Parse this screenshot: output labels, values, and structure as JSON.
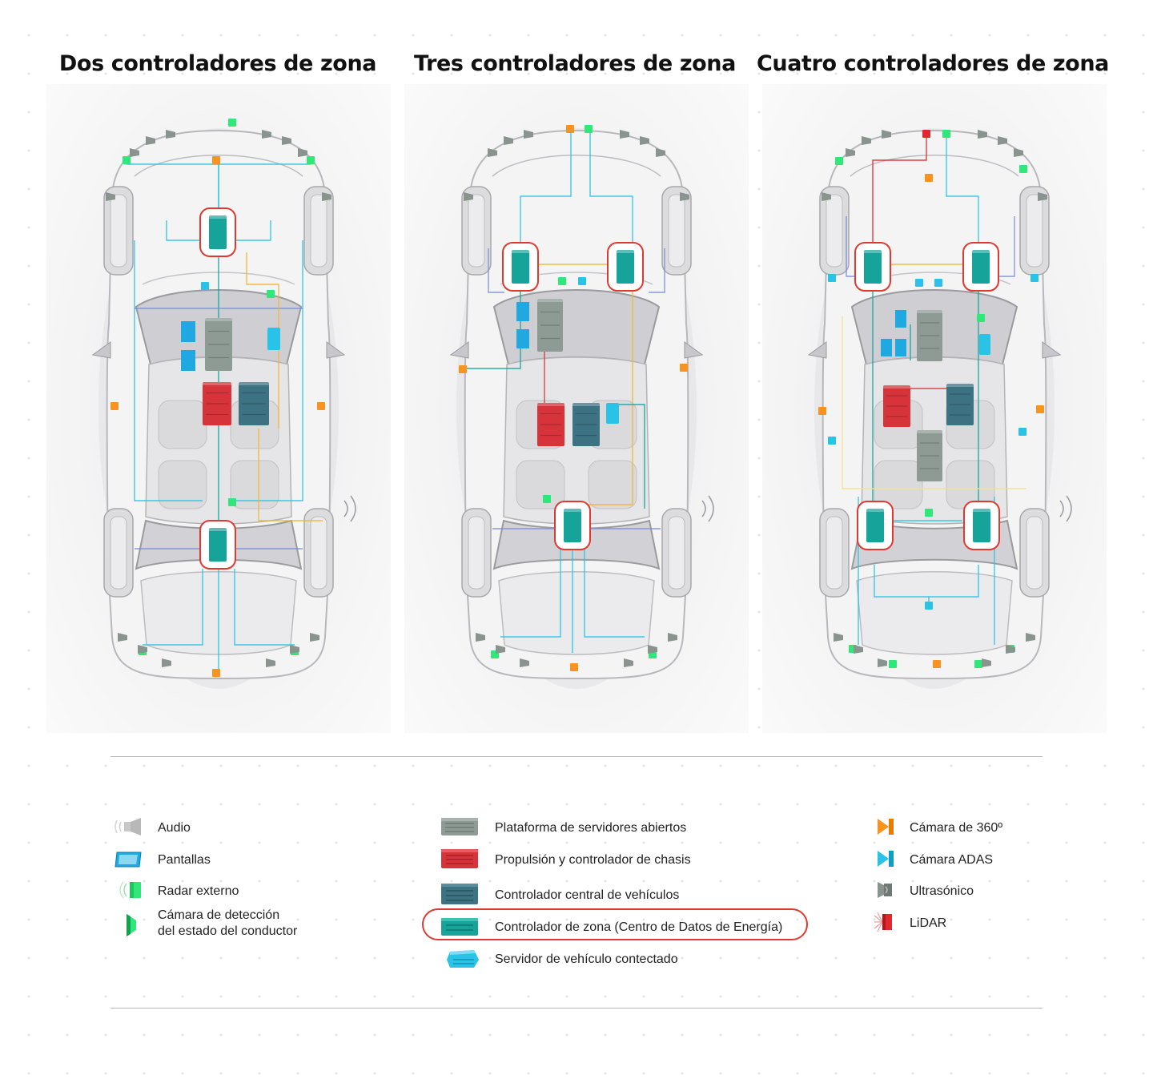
{
  "titles": [
    "Dos controladores de zona",
    "Tres controladores de zona",
    "Cuatro controladores de zona"
  ],
  "colors": {
    "zone_controller": "#16a39a",
    "highlight": "#e03a30",
    "central_controller": "#3d7283",
    "powertrain": "#d7333b",
    "server_platform": "#8e9b95",
    "connected_server": "#29c3e8",
    "display": "#1fa9e0",
    "radar": "#2ee87a",
    "camera_360": "#f7931e",
    "camera_adas": "#29c3e8",
    "ultrasonic": "#8a948f",
    "lidar": "#e0282e"
  },
  "legend": {
    "col1": [
      {
        "icon": "audio-icon",
        "label": "Audio"
      },
      {
        "icon": "display-icon",
        "label": "Pantallas"
      },
      {
        "icon": "radar-icon",
        "label": "Radar externo"
      },
      {
        "icon": "driver-camera-icon",
        "label": "Cámara de detección",
        "label2": "del estado del conductor"
      }
    ],
    "col2": [
      {
        "icon": "server-platform-icon",
        "label": "Plataforma de servidores abiertos"
      },
      {
        "icon": "powertrain-icon",
        "label": "Propulsión y controlador de chasis"
      },
      {
        "icon": "central-controller-icon",
        "label": "Controlador central de vehículos"
      },
      {
        "icon": "zone-controller-icon",
        "label": "Controlador de zona (Centro de Datos de Energía)"
      },
      {
        "icon": "connected-server-icon",
        "label": "Servidor de vehículo contectado"
      }
    ],
    "col3": [
      {
        "icon": "camera-360-icon",
        "label": "Cámara de 360º"
      },
      {
        "icon": "camera-adas-icon",
        "label": "Cámara ADAS"
      },
      {
        "icon": "ultrasonic-icon",
        "label": "Ultrasónico"
      },
      {
        "icon": "lidar-icon",
        "label": "LiDAR"
      }
    ]
  }
}
